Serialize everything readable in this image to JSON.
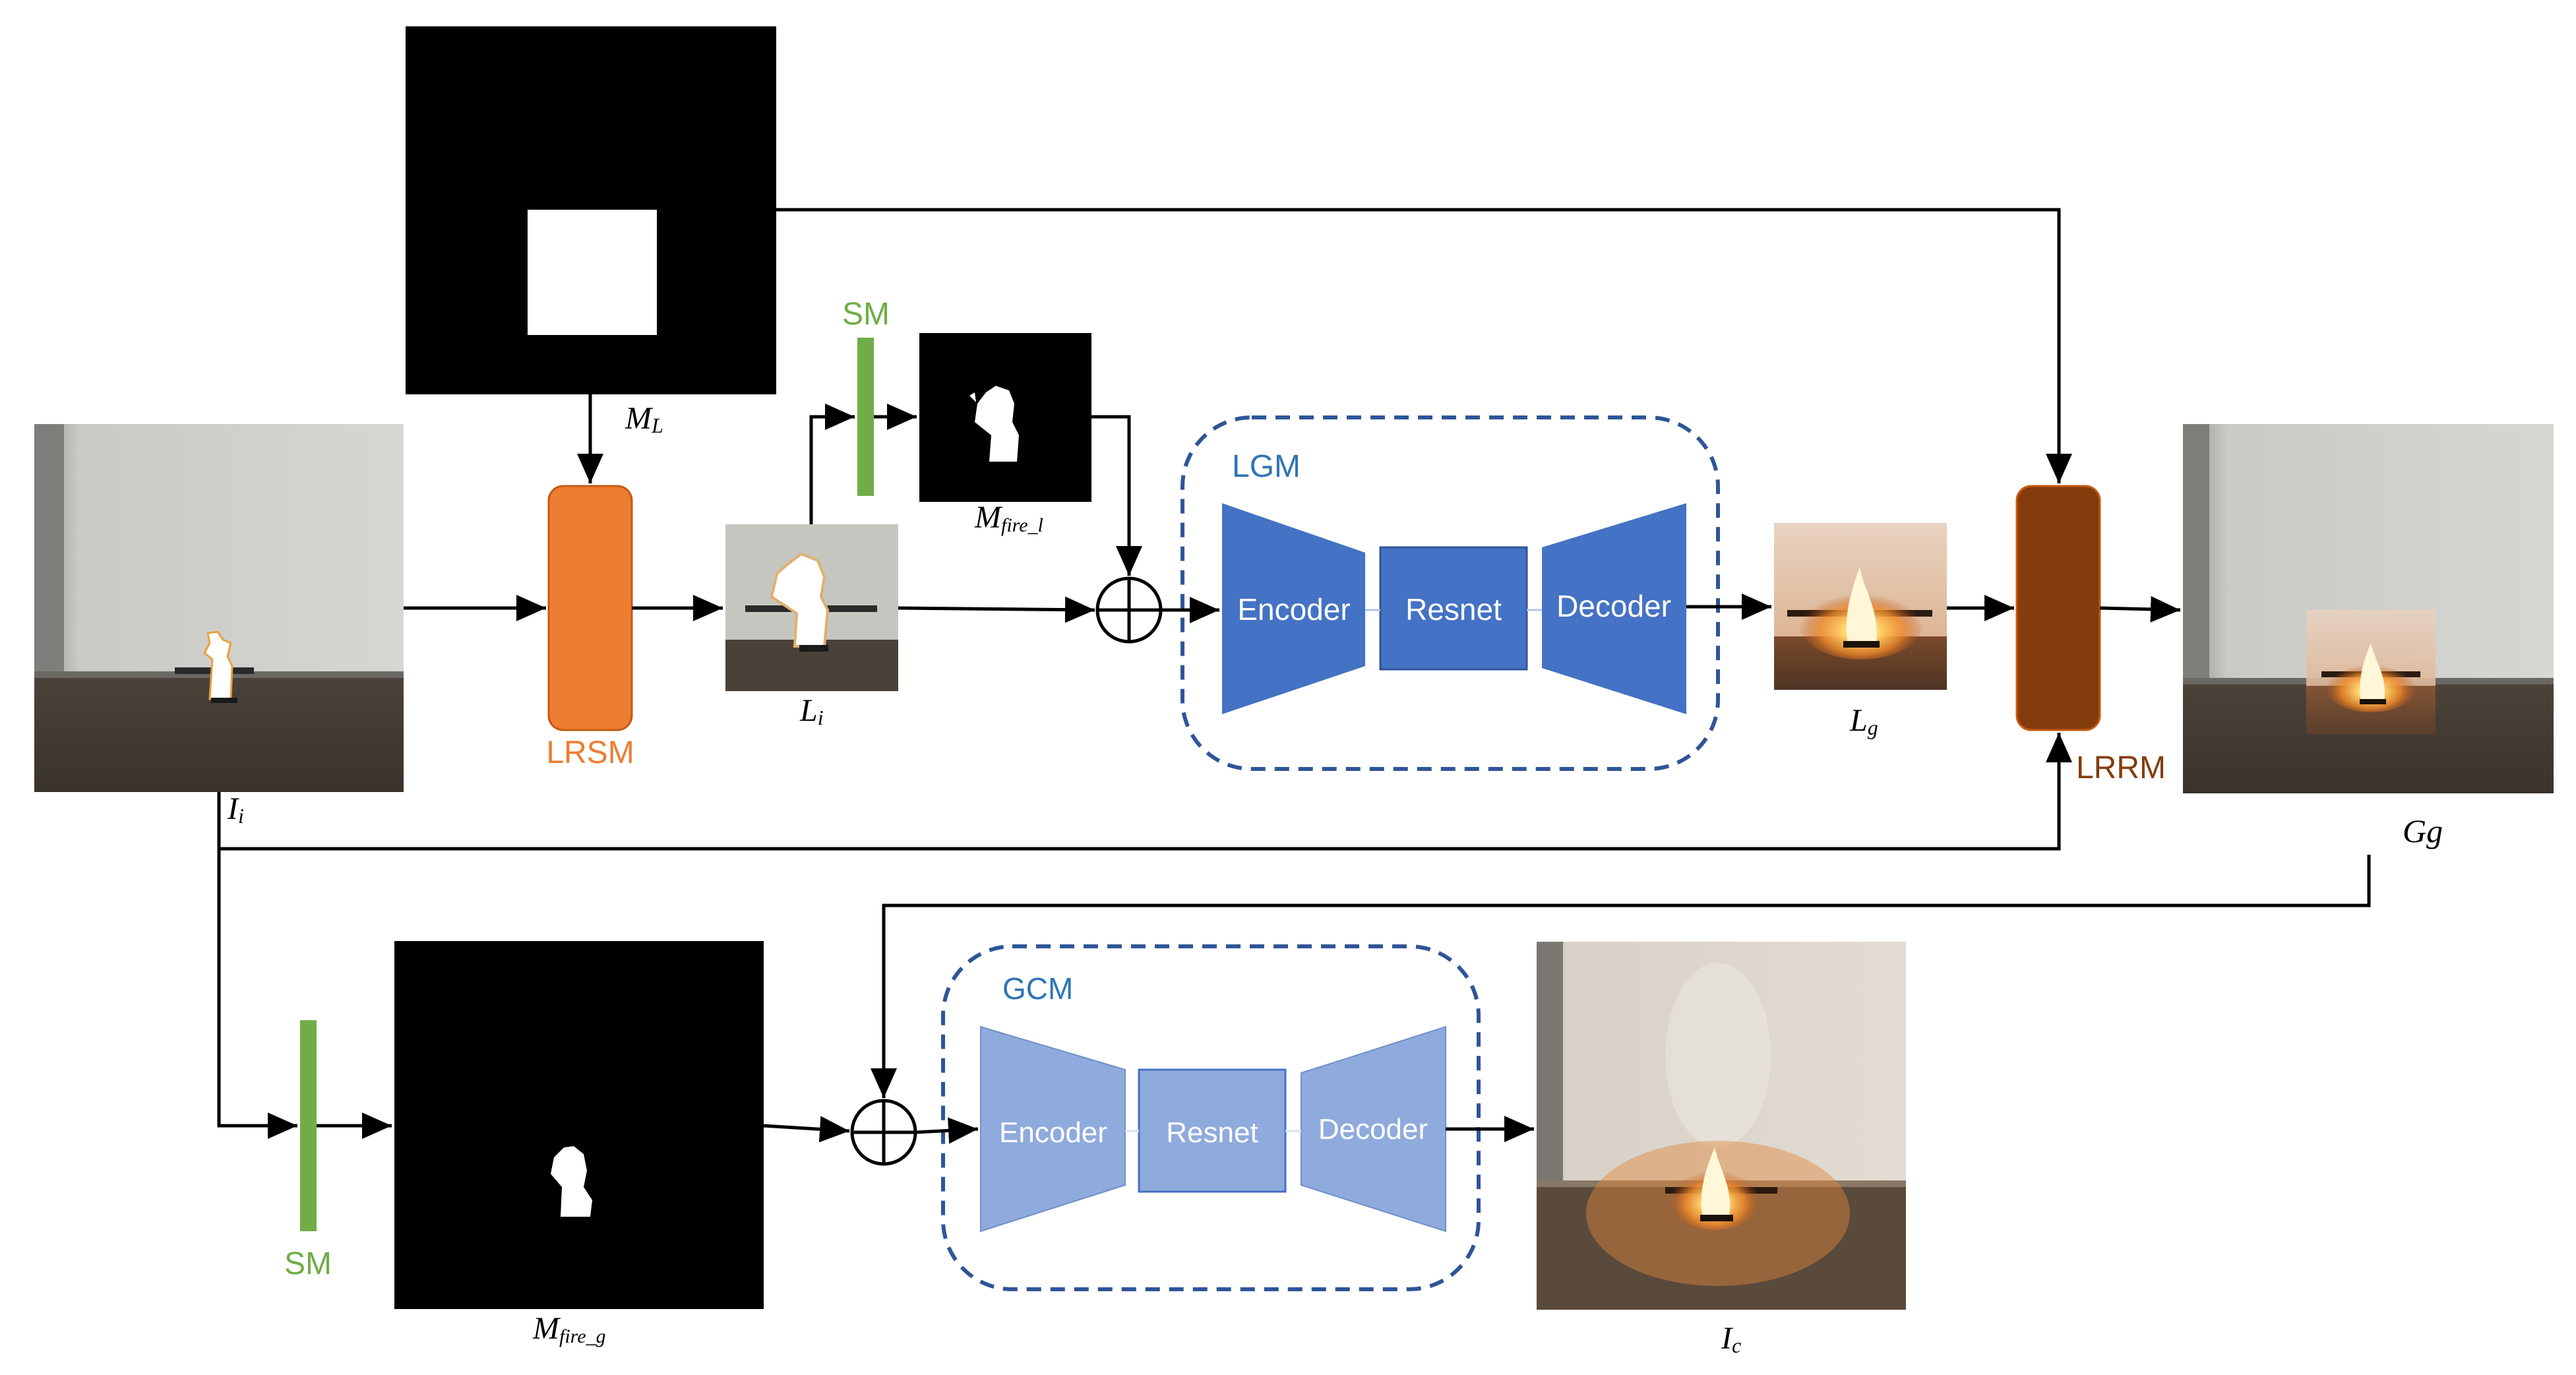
{
  "labels": {
    "ml": {
      "main": "M",
      "sub": "L"
    },
    "li": {
      "main": "L",
      "sub": "i"
    },
    "ii": {
      "main": "I",
      "sub": "i"
    },
    "mfire_l": {
      "main": "M",
      "sub": "fire_l"
    },
    "mfire_g": {
      "main": "M",
      "sub": "fire_g"
    },
    "lg": {
      "main": "L",
      "sub": "g"
    },
    "gg": "Gg",
    "ic": {
      "main": "I",
      "sub": "c"
    }
  },
  "modules": {
    "lrsm": "LRSM",
    "lrrm": "LRRM",
    "sm_top": "SM",
    "sm_bottom": "SM"
  },
  "lgm": {
    "title": "LGM",
    "encoder": "Encoder",
    "resnet": "Resnet",
    "decoder": "Decoder"
  },
  "gcm": {
    "title": "GCM",
    "encoder": "Encoder",
    "resnet": "Resnet",
    "decoder": "Decoder"
  },
  "colors": {
    "lrsm": "#ed7d31",
    "lrrm": "#843c0c",
    "sm": "#70ad47",
    "lgm_block": "#4472c4",
    "gcm_block": "#8faadc",
    "dashed_border": "#2f5597",
    "module_title": "#2e75b6"
  },
  "icons": {
    "sum_node": "circle-plus-icon"
  }
}
